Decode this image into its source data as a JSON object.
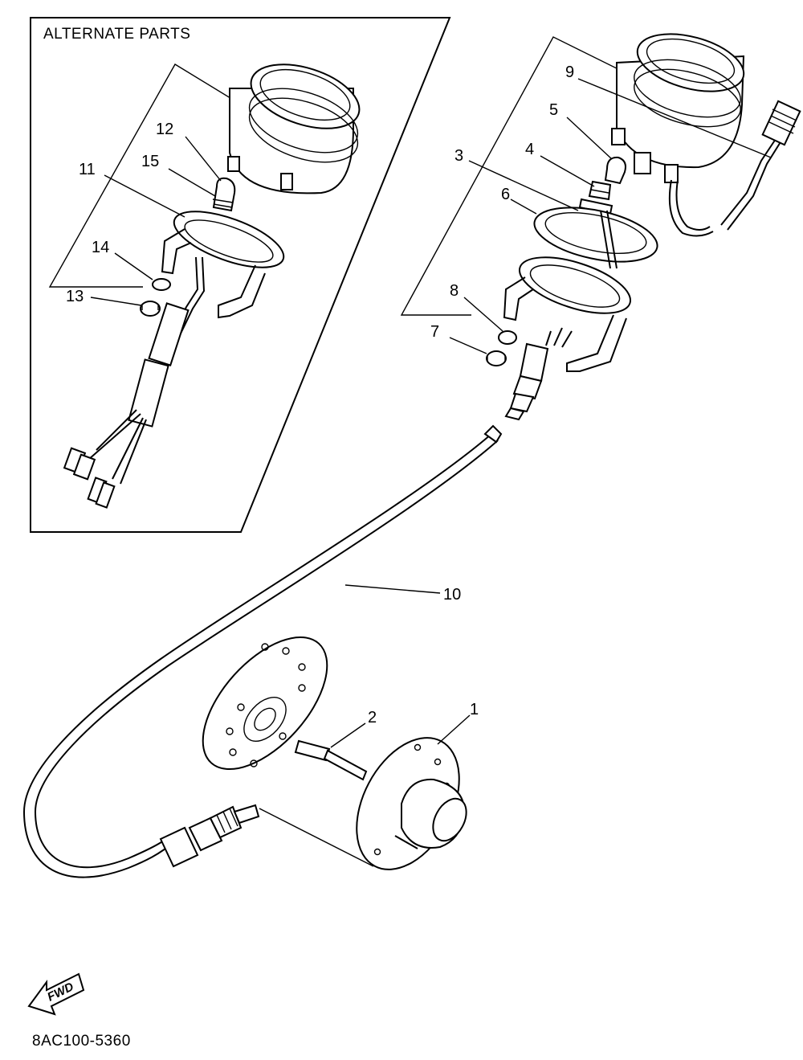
{
  "panel": {
    "title": "ALTERNATE PARTS"
  },
  "callouts": {
    "c1": "1",
    "c2": "2",
    "c3": "3",
    "c4": "4",
    "c5": "5",
    "c6": "6",
    "c7": "7",
    "c8": "8",
    "c9": "9",
    "c10": "10",
    "c11": "11",
    "c12": "12",
    "c13": "13",
    "c14": "14",
    "c15": "15"
  },
  "fwd_arrow": {
    "label": "FWD"
  },
  "drawing_number": "8AC100-5360"
}
